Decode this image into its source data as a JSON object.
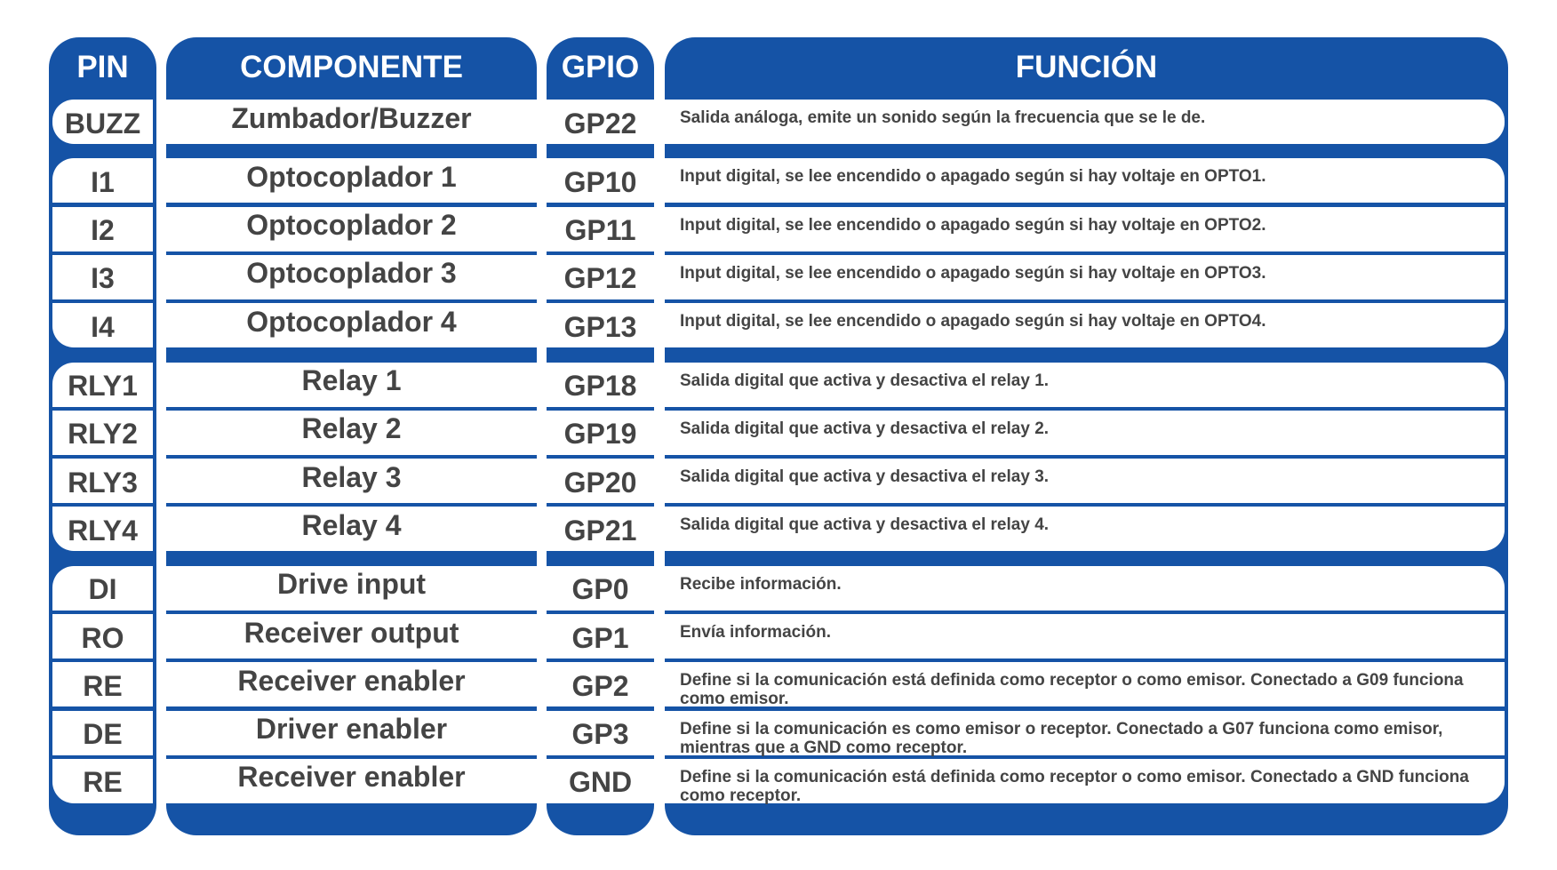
{
  "headers": {
    "pin": "PIN",
    "componente": "COMPONENTE",
    "gpio": "GPIO",
    "funcion": "FUNCIÓN"
  },
  "groups": [
    {
      "rows": [
        {
          "pin": "BUZZ",
          "componente": "Zumbador/Buzzer",
          "gpio": "GP22",
          "funcion": "Salida análoga, emite un sonido según la frecuencia que se le de."
        }
      ]
    },
    {
      "rows": [
        {
          "pin": "I1",
          "componente": "Optocoplador 1",
          "gpio": "GP10",
          "funcion": "Input digital, se lee encendido o apagado según si hay voltaje en OPTO1."
        },
        {
          "pin": "I2",
          "componente": "Optocoplador 2",
          "gpio": "GP11",
          "funcion": "Input digital, se lee encendido o apagado según si hay voltaje en OPTO2."
        },
        {
          "pin": "I3",
          "componente": "Optocoplador 3",
          "gpio": "GP12",
          "funcion": "Input digital, se lee encendido o apagado según si hay voltaje en OPTO3."
        },
        {
          "pin": "I4",
          "componente": "Optocoplador 4",
          "gpio": "GP13",
          "funcion": "Input digital, se lee encendido o apagado según si hay voltaje en OPTO4."
        }
      ]
    },
    {
      "rows": [
        {
          "pin": "RLY1",
          "componente": "Relay 1",
          "gpio": "GP18",
          "funcion": "Salida digital que activa y desactiva el relay 1."
        },
        {
          "pin": "RLY2",
          "componente": "Relay 2",
          "gpio": "GP19",
          "funcion": "Salida digital que activa y desactiva el relay 2."
        },
        {
          "pin": "RLY3",
          "componente": "Relay 3",
          "gpio": "GP20",
          "funcion": "Salida digital que activa y desactiva el relay 3."
        },
        {
          "pin": "RLY4",
          "componente": "Relay 4",
          "gpio": "GP21",
          "funcion": "Salida digital que activa y desactiva el relay 4."
        }
      ]
    },
    {
      "rows": [
        {
          "pin": "DI",
          "componente": "Drive input",
          "gpio": "GP0",
          "funcion": "Recibe información."
        },
        {
          "pin": "RO",
          "componente": "Receiver output",
          "gpio": "GP1",
          "funcion": "Envía información."
        },
        {
          "pin": "RE",
          "componente": "Receiver enabler",
          "gpio": "GP2",
          "funcion": "Define si la comunicación está definida como receptor o como emisor. Conectado a G09 funciona como emisor."
        },
        {
          "pin": "DE",
          "componente": "Driver enabler",
          "gpio": "GP3",
          "funcion": "Define si la comunicación es como emisor o receptor. Conectado a G07 funciona como emisor, mientras que a GND como receptor."
        },
        {
          "pin": "RE",
          "componente": "Receiver enabler",
          "gpio": "GND",
          "funcion": "Define si la comunicación está definida como receptor o como emisor. Conectado a GND funciona como receptor."
        }
      ]
    }
  ],
  "colors": {
    "header_blue": "#1553a6",
    "text_gray": "#444444",
    "cell_white": "#ffffff"
  }
}
